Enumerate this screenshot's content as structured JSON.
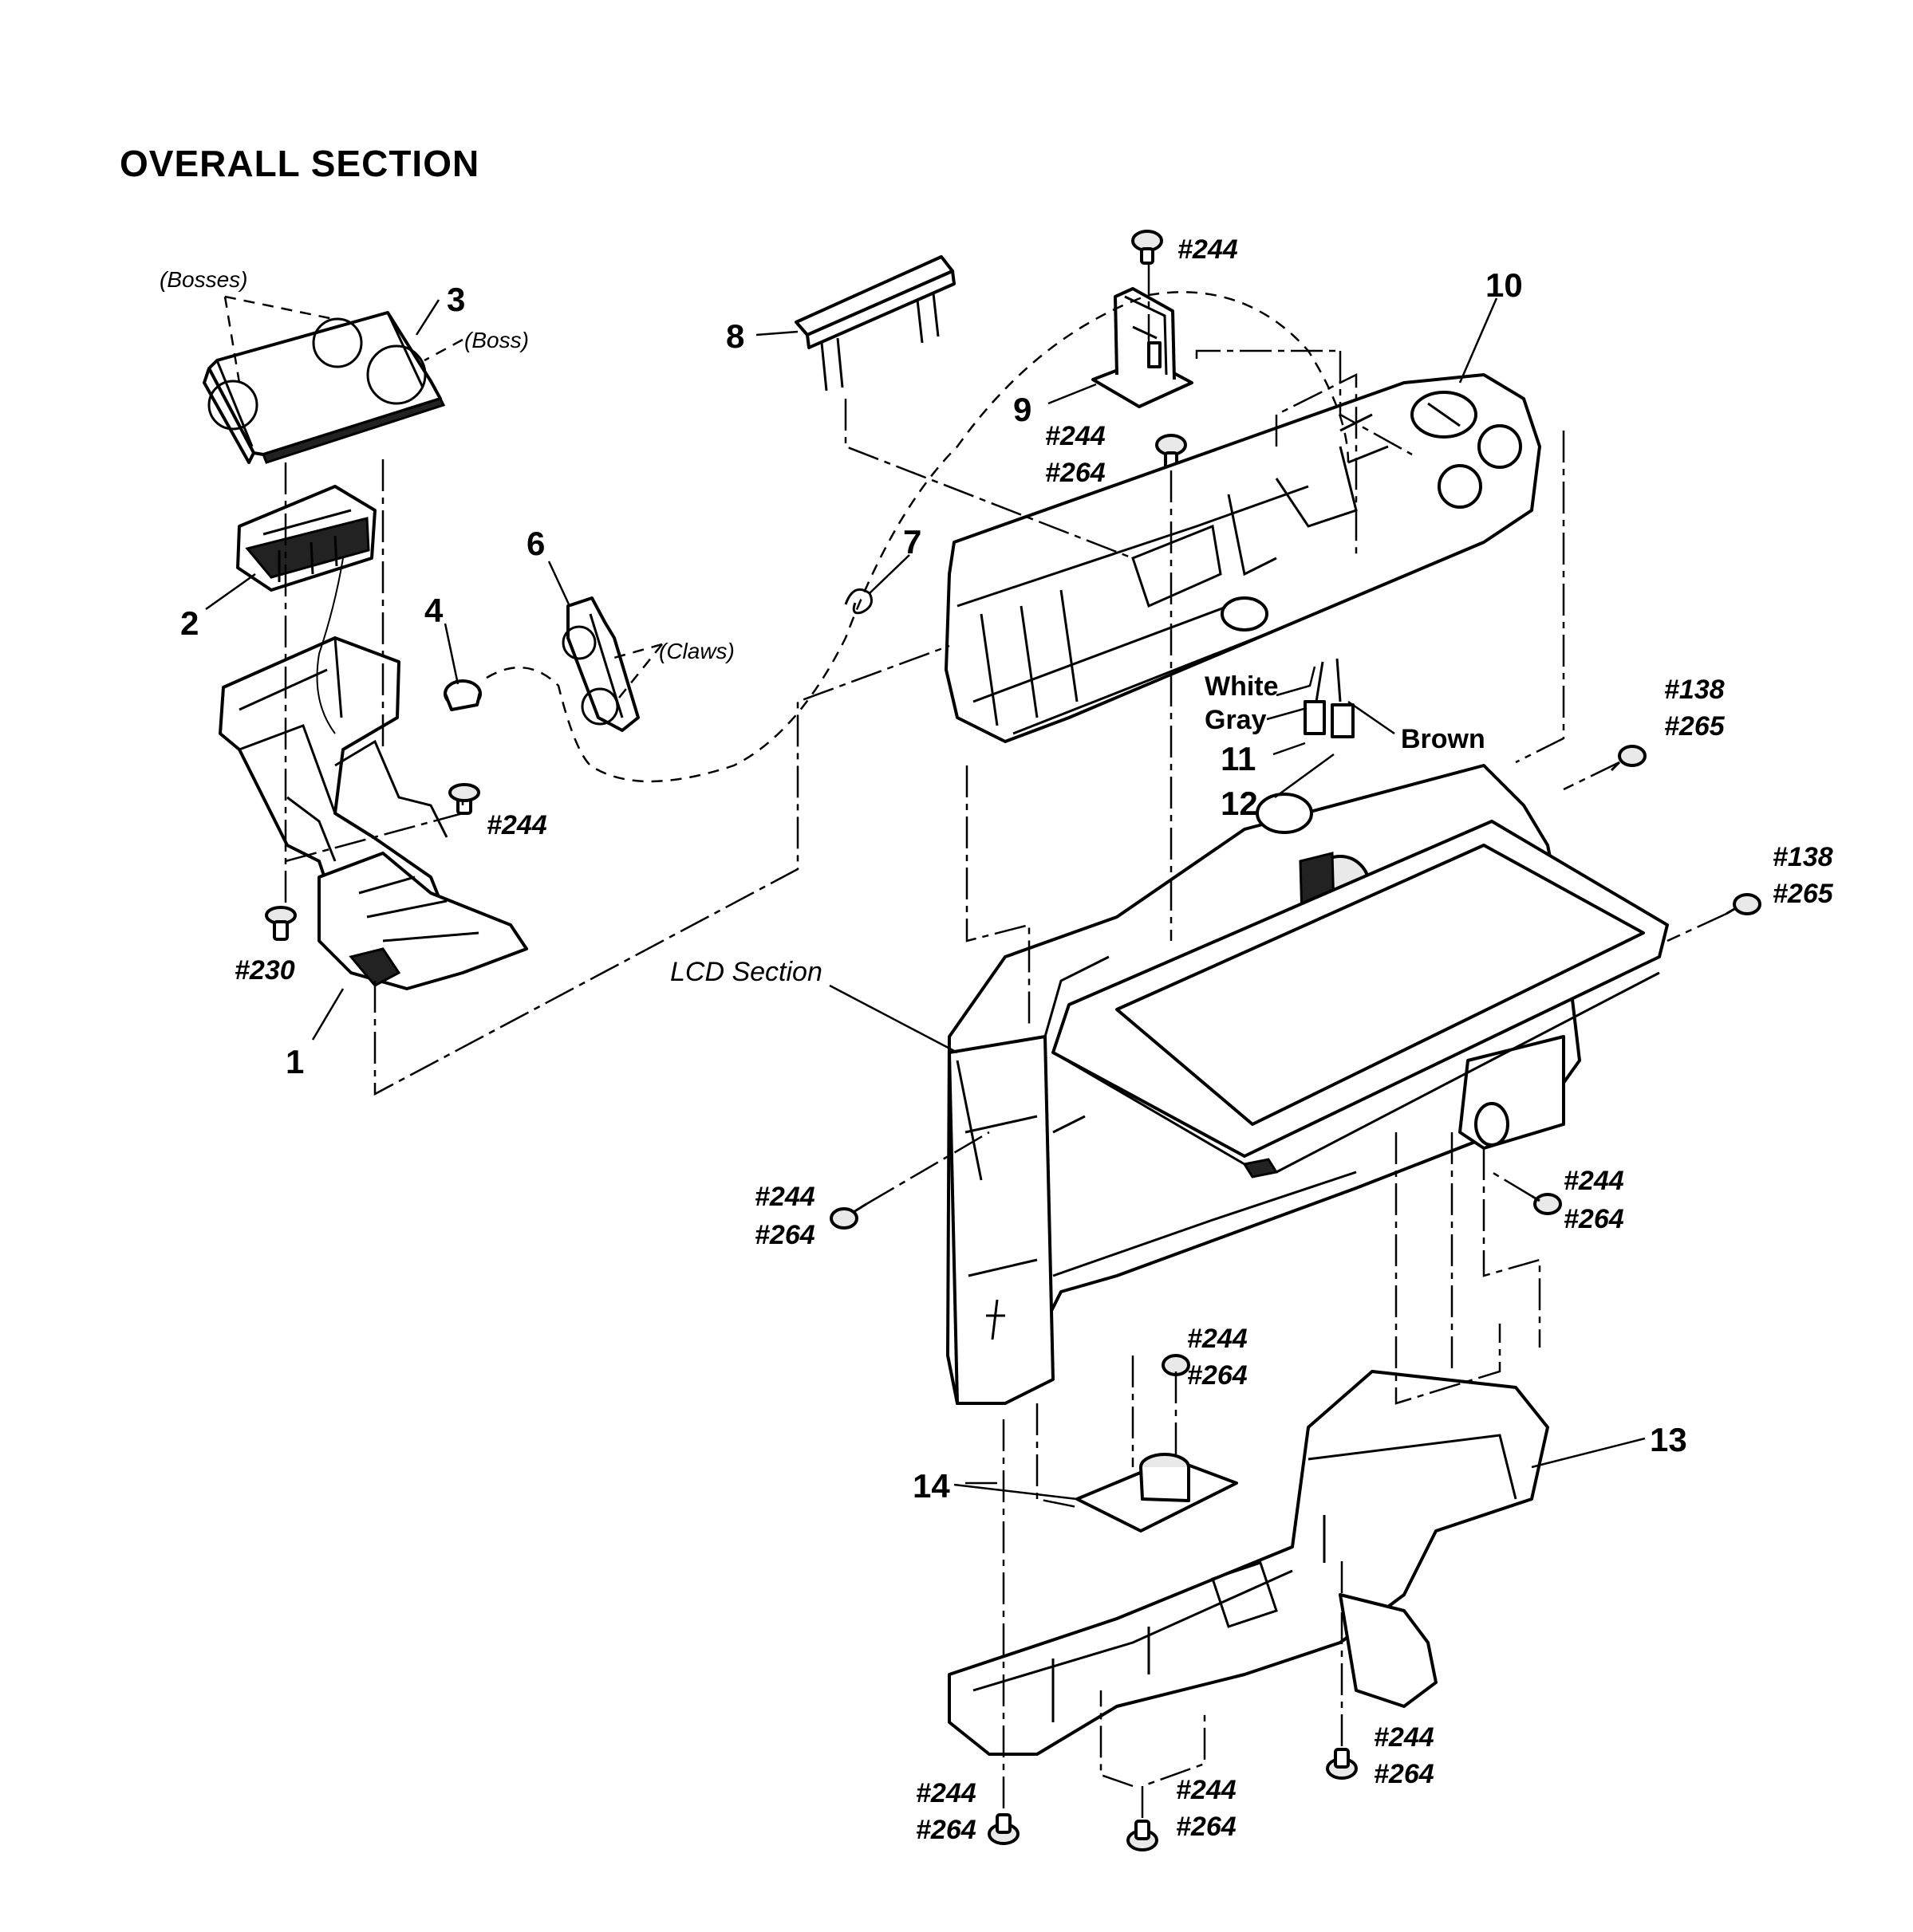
{
  "title": "OVERALL SECTION",
  "callouts": {
    "n1": "1",
    "n2": "2",
    "n3": "3",
    "n4": "4",
    "n6": "6",
    "n7": "7",
    "n8": "8",
    "n9": "9",
    "n10": "10",
    "n11": "11",
    "n12": "12",
    "n13": "13",
    "n14": "14"
  },
  "screw_codes": {
    "s244": "#244",
    "s264": "#264",
    "s230": "#230",
    "s138": "#138",
    "s265": "#265"
  },
  "notes": {
    "bosses": "(Bosses)",
    "boss": "(Boss)",
    "claws": "(Claws)",
    "lcd_section": "LCD Section"
  },
  "wire_colors": {
    "white": "White",
    "gray": "Gray",
    "brown": "Brown"
  }
}
